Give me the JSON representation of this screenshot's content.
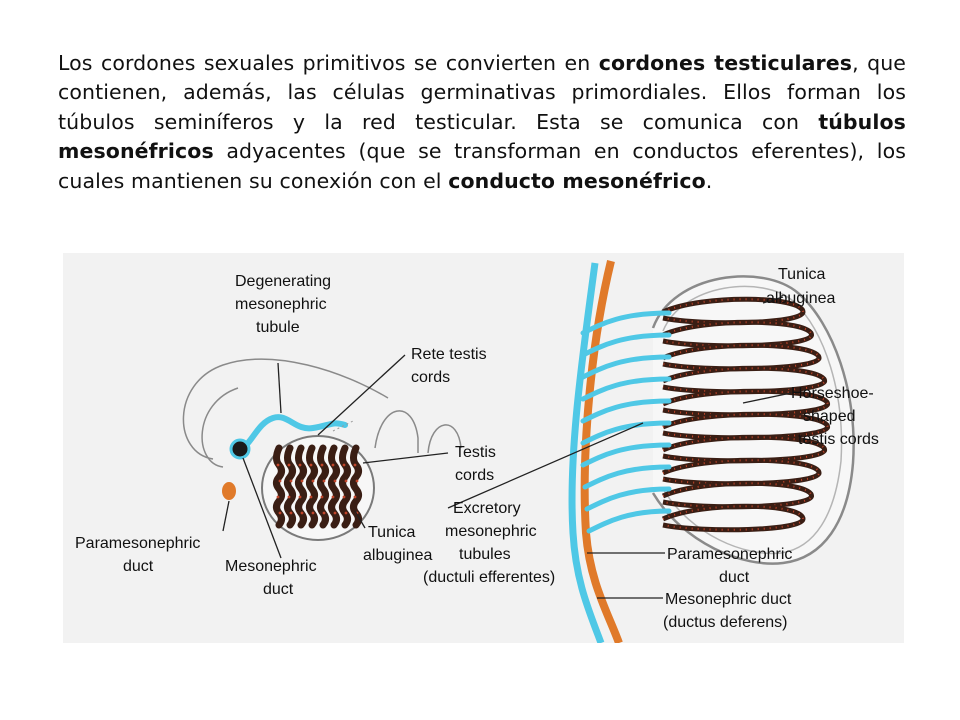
{
  "paragraph": {
    "t1": "Los cordones sexuales primitivos se convierten en ",
    "b1": "cordones testiculares",
    "t2": ", que contienen, además, las células germinativas primordiales. Ellos forman los túbulos seminíferos y la red testicular. Esta se comunica con ",
    "b2": "túbulos mesonéfricos",
    "t3": " adyacentes (que se transforman en conductos eferentes), los cuales mantienen su conexión con el ",
    "b3": "conducto mesonéfrico",
    "t4": "."
  },
  "figure": {
    "colors": {
      "background": "#f2f2f2",
      "mesonephric_tubule": "#4fc8e6",
      "paramesonephric_duct": "#e07a2a",
      "testis_cords": "#3a1e14",
      "cord_dots": "#c0452a",
      "outline": "#777777"
    },
    "labels": {
      "degenerating": [
        "Degenerating",
        "mesonephric",
        "tubule"
      ],
      "rete_testis": [
        "Rete testis",
        "cords"
      ],
      "testis_cords": [
        "Testis",
        "cords"
      ],
      "excretory": [
        "Excretory",
        "mesonephric",
        "tubules",
        "(ductuli efferentes)"
      ],
      "tunica_left": [
        "Tunica",
        "albuginea"
      ],
      "paramesonephric_left": [
        "Paramesonephric",
        "duct"
      ],
      "mesonephric_left": [
        "Mesonephric",
        "duct"
      ],
      "tunica_right": [
        "Tunica",
        "albuginea"
      ],
      "horseshoe": [
        "Horseshoe-",
        "shaped",
        "testis cords"
      ],
      "paramesonephric_right": [
        "Paramesonephric",
        "duct"
      ],
      "mesonephric_right": [
        "Mesonephric duct",
        "(ductus deferens)"
      ]
    }
  }
}
